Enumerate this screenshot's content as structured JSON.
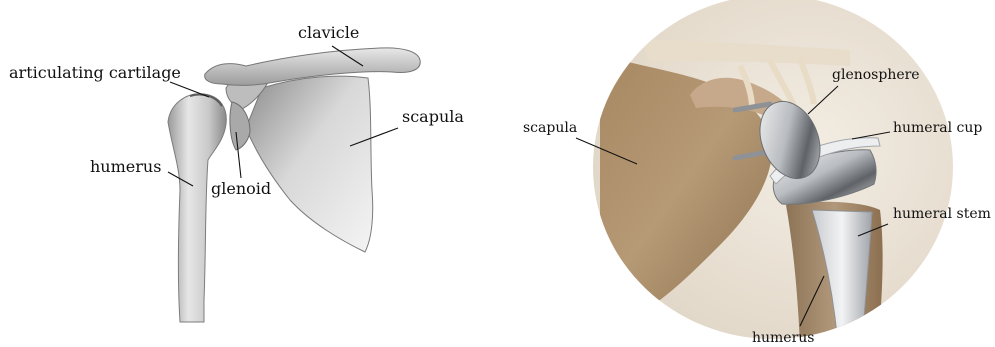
{
  "left_panel": {
    "labels": {
      "clavicle": "clavicle",
      "articulating_cartilage": "articulating cartilage",
      "scapula": "scapula",
      "humerus": "humerus",
      "glenoid": "glenoid"
    }
  },
  "right_panel": {
    "labels": {
      "glenosphere": "glenosphere",
      "scapula": "scapula",
      "humeral_cup": "humeral cup",
      "humeral_stem": "humeral stem",
      "humerus": "humerus"
    }
  }
}
